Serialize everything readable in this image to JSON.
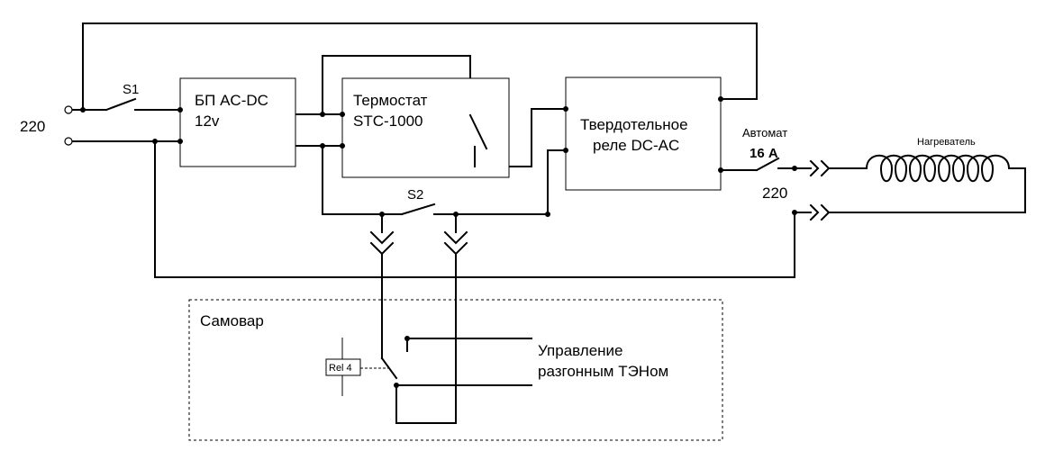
{
  "input_voltage": "220",
  "switch_s1": "S1",
  "switch_s2": "S2",
  "psu": {
    "line1": "БП AC-DC",
    "line2": "12v"
  },
  "thermostat": {
    "line1": "Термостат",
    "line2": "STC-1000"
  },
  "ssr": {
    "line1": "Твердотельное",
    "line2": "реле DC-AC"
  },
  "breaker": {
    "line1": "Автомат",
    "line2": "16 А"
  },
  "output_voltage": "220",
  "heater": "Нагреватель",
  "samovar": {
    "title": "Самовар",
    "relay": "Rel 4",
    "control_line1": "Управление",
    "control_line2": "разгонным ТЭНом"
  }
}
